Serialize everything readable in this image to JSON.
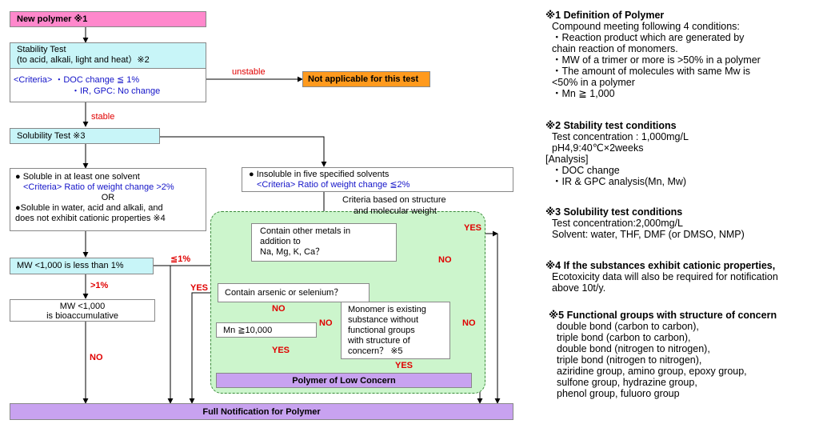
{
  "flow": {
    "new_polymer": "New polymer ※1",
    "stability_title": "Stability Test",
    "stability_sub": "(to acid, alkali, light and heat）※2",
    "criteria_line1": "<Criteria> ・DOC change ≦ 1%",
    "criteria_line2": "・IR, GPC: No change",
    "unstable": "unstable",
    "not_applicable": "Not applicable for this test",
    "stable": "stable",
    "solubility_title": "Solubility Test ※3",
    "soluble_l1": "● Soluble in at least one solvent",
    "soluble_l2": "<Criteria> Ratio of weight change >2%",
    "soluble_l3": "OR",
    "soluble_l4": "●Soluble in water, acid and alkali, and",
    "soluble_l5": "does not exhibit cationic properties ※4",
    "insoluble_l1": "● Insoluble in five specified solvents",
    "insoluble_l2": "<Criteria> Ratio of weight change ≦2%",
    "criteria_structure_l1": "Criteria based on structure",
    "criteria_structure_l2": "and molecular weight",
    "metals_l1": "Contain other metals in",
    "metals_l2": "addition to",
    "metals_l3": "Na, Mg, K, Ca？",
    "yes": "YES",
    "no": "NO",
    "mw_box": "MW <1,000 is less than 1%",
    "le1": "≦1%",
    "gt1": ">1%",
    "arsenic": "Contain arsenic or selenium？",
    "bio_l1": "MW <1,000",
    "bio_l2": "is bioaccumulative",
    "mn_box": "Mn ≧10,000",
    "mono_l1": "Monomer is existing",
    "mono_l2": "substance without",
    "mono_l3": "functional groups",
    "mono_l4": "with structure of",
    "mono_l5": "concern？ ※5",
    "low_concern": "Polymer of Low Concern",
    "full_notification": "Full Notification for Polymer"
  },
  "notes": [
    {
      "heading": "※1 Definition of Polymer",
      "lines": [
        "Compound meeting following 4 conditions:",
        "・Reaction product which are generated by",
        "   chain reaction of monomers.",
        "・MW of a trimer or more is >50% in a polymer",
        "・The amount of molecules with same Mw is",
        "   <50% in a polymer",
        "・Mn ≧ 1,000"
      ]
    },
    {
      "heading": "※2 Stability test conditions",
      "lines": [
        "Test concentration : 1,000mg/L",
        "pH4,9:40℃×2weeks",
        "[Analysis]",
        "・DOC change",
        "・IR & GPC analysis(Mn, Mw)"
      ]
    },
    {
      "heading": "※3 Solubility test conditions",
      "lines": [
        "Test concentration:2,000mg/L",
        "Solvent: water, THF, DMF (or DMSO, NMP)"
      ]
    },
    {
      "heading": "※4 If the substances exhibit cationic properties,",
      "lines": [
        "Ecotoxicity data will also be required for notification",
        "above 10t/y."
      ]
    },
    {
      "heading": "※5 Functional groups with structure of concern",
      "lines": [
        "double bond (carbon to carbon),",
        "triple bond (carbon to carbon),",
        "double bond (nitrogen to nitrogen),",
        "triple bond (nitrogen to nitrogen),",
        "aziridine group, amino group, epoxy group,",
        "sulfone group, hydrazine group,",
        "phenol group, fuluoro group"
      ]
    }
  ],
  "colors": {
    "pink": "#ff88cc",
    "cyan": "#c8f5f8",
    "orange": "#ff9a1e",
    "purple": "#c8a2f0",
    "green_region": "#ccf5cc",
    "criteria_blue": "#1414c8",
    "label_red": "#e00000"
  }
}
